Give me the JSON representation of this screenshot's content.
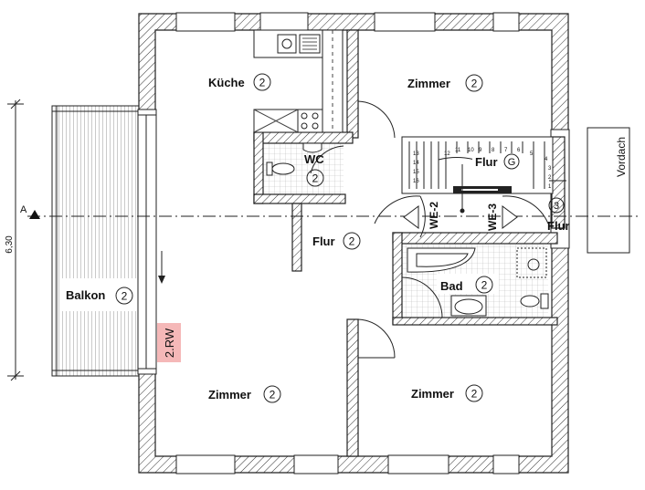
{
  "rooms": {
    "kueche": {
      "name": "Küche",
      "no": "2"
    },
    "zimmer_top": {
      "name": "Zimmer",
      "no": "2"
    },
    "wc": {
      "name": "WC",
      "no": "2"
    },
    "flur_stair": {
      "name": "Flur",
      "no": "G"
    },
    "flur_main": {
      "name": "Flur",
      "no": "2"
    },
    "balkon": {
      "name": "Balkon",
      "no": "2"
    },
    "bad": {
      "name": "Bad",
      "no": "2"
    },
    "flur_right": {
      "name": "Flur",
      "no": "3"
    },
    "zimmer_bl": {
      "name": "Zimmer",
      "no": "2"
    },
    "zimmer_br": {
      "name": "Zimmer",
      "no": "2"
    }
  },
  "units": {
    "we2": "WE-2",
    "we3": "WE-3"
  },
  "labels": {
    "vordach": "Vordach",
    "rw": "2.RW",
    "section": "A"
  },
  "dimension": {
    "value": "6,30"
  },
  "stair_numbers": [
    "1",
    "2",
    "3",
    "4",
    "5",
    "6",
    "7",
    "8",
    "9",
    "10",
    "11",
    "12",
    "13",
    "14",
    "15",
    "16"
  ],
  "colors": {
    "wall": "#222222",
    "rw_fill": "#f5b8b8"
  }
}
